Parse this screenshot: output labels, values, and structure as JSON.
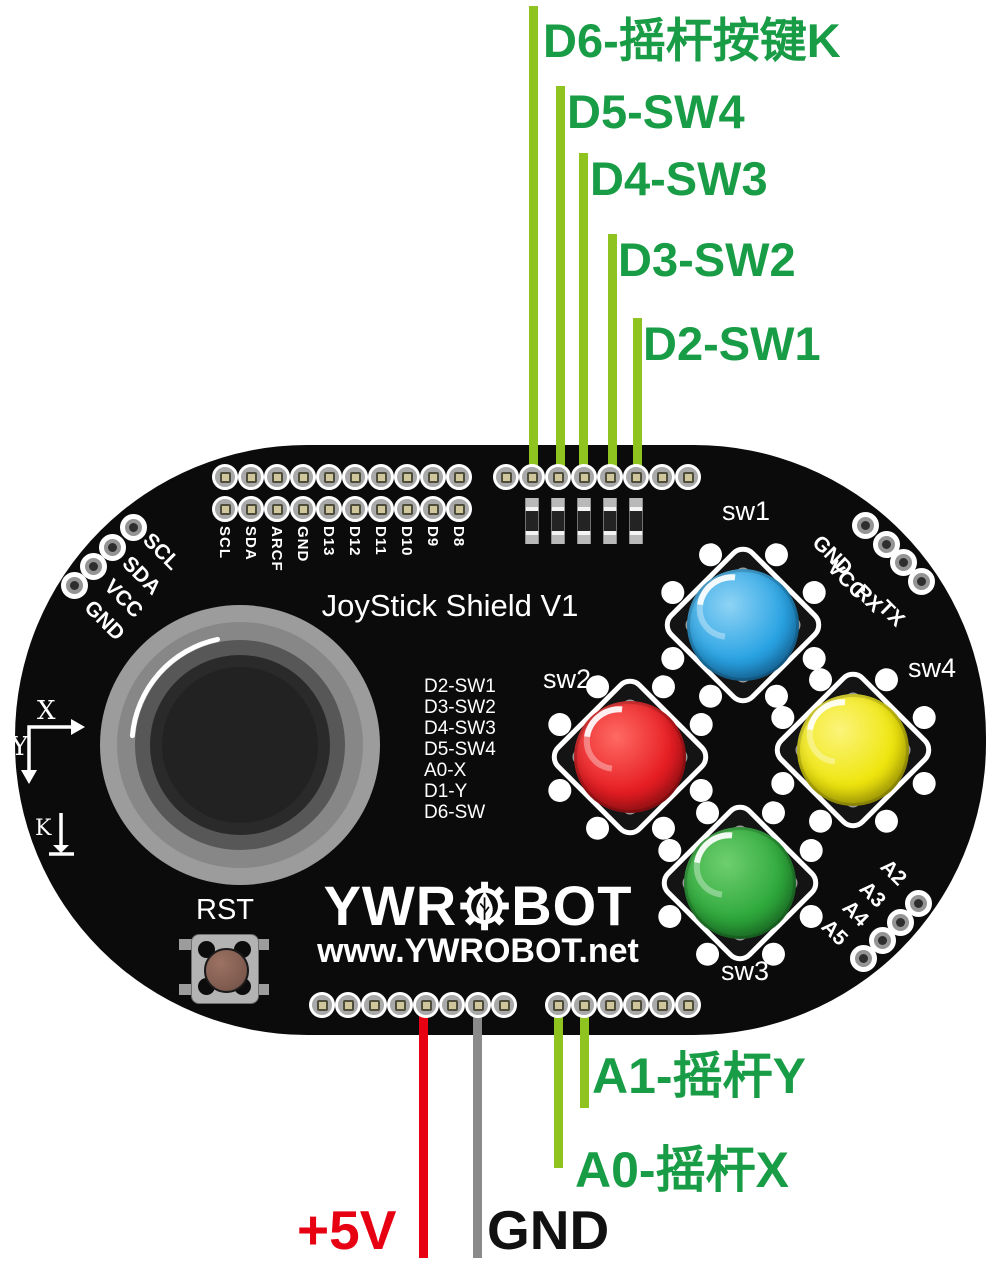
{
  "annotations": {
    "top": [
      {
        "label": "D6-摇杆按键K"
      },
      {
        "label": "D5-SW4"
      },
      {
        "label": "D4-SW3"
      },
      {
        "label": "D3-SW2"
      },
      {
        "label": "D2-SW1"
      }
    ],
    "bottom": [
      {
        "label": "A1-摇杆Y"
      },
      {
        "label": "A0-摇杆X"
      },
      {
        "label": "+5V"
      },
      {
        "label": "GND"
      }
    ]
  },
  "board": {
    "title": "JoyStick Shield V1",
    "brand": {
      "logo_left": "YWR",
      "logo_right": "BOT",
      "website": "www.YWROBOT.net"
    },
    "reset": {
      "label": "RST"
    },
    "axes": {
      "x": "X",
      "y": "Y",
      "k": "K"
    },
    "pin_map": [
      "D2-SW1",
      "D3-SW2",
      "D4-SW3",
      "D5-SW4",
      "A0-X",
      "D1-Y",
      "D6-SW"
    ],
    "buttons": [
      {
        "id": "sw1",
        "label": "sw1",
        "cap": "#29a3e3",
        "cap_light": "#8ed3f5",
        "cap_dark": "#1579c2"
      },
      {
        "id": "sw2",
        "label": "sw2",
        "cap": "#e61d23",
        "cap_light": "#ff6a63",
        "cap_dark": "#b50f14"
      },
      {
        "id": "sw4",
        "label": "sw4",
        "cap": "#efe60e",
        "cap_light": "#fbf47a",
        "cap_dark": "#cfc404"
      },
      {
        "id": "sw3",
        "label": "sw3",
        "cap": "#2fa93c",
        "cap_light": "#6fcf6f",
        "cap_dark": "#1d8a2c"
      }
    ],
    "headers": {
      "top_left": {
        "rows": 2,
        "pins_per_row": 10,
        "labels": [
          "SCL",
          "SDA",
          "ARCF",
          "GND",
          "D13",
          "D12",
          "D11",
          "D10",
          "D9",
          "D8"
        ]
      },
      "top_right": {
        "rows": 1,
        "pins_per_row": 8
      },
      "bottom_left": {
        "pins": 8
      },
      "bottom_right": {
        "pins": 6
      },
      "left_i2c": {
        "labels": [
          "SCL",
          "SDA",
          "VCC",
          "GND"
        ]
      },
      "right_serial": {
        "labels": [
          "GND",
          "VCC",
          "RX",
          "TX"
        ]
      },
      "analog": {
        "labels": [
          "A2",
          "A3",
          "A4",
          "A5"
        ]
      }
    },
    "resistor_count": 5
  },
  "colors": {
    "wire_green": "#8fc31f",
    "text_green": "#199c46",
    "wire_red": "#e60012",
    "wire_gray": "#8a8a8a",
    "board_black": "#0b0b0b"
  }
}
